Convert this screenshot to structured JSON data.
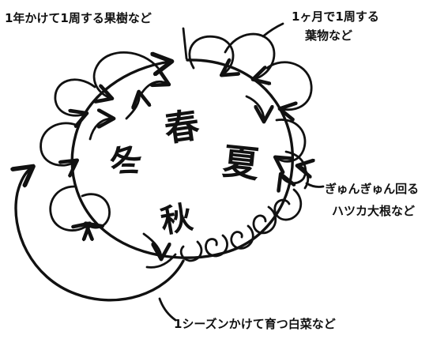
{
  "labels": {
    "fruit_trees": "1年かけて1周する果樹など",
    "leafy_line1": "1ヶ月で1周する",
    "leafy_line2": "葉物など",
    "radish_line1": "ぎゅんぎゅん回る",
    "radish_line2": "ハツカ大根など",
    "napa_cabbage": "1シーズンかけて育つ白菜など"
  },
  "seasons": {
    "spring": "春",
    "summer": "夏",
    "autumn": "秋",
    "winter": "冬"
  },
  "colors": {
    "ink": "#111111",
    "background": "#ffffff"
  }
}
